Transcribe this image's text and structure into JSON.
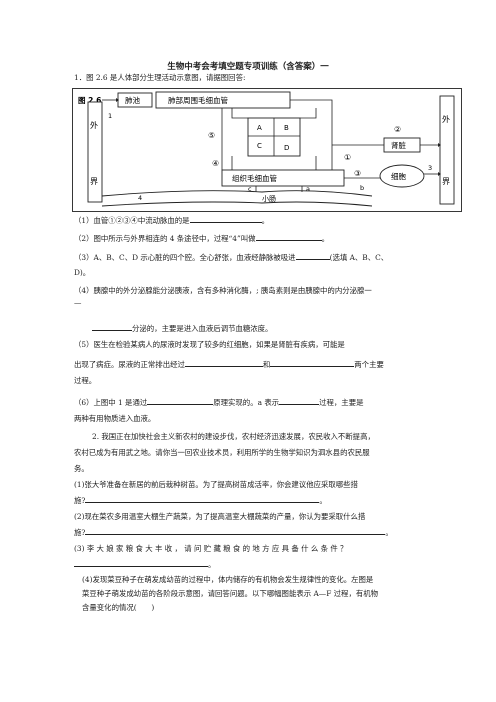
{
  "title": "生物中考会考填空题专项训练（含答案）一",
  "q1_intro": "1．图 2.6 是人体部分生理活动示意图，请据图回答:",
  "figure": {
    "label": "图 2.6",
    "lung": "肺池",
    "lung_capillary": "肺部周围毛细血管",
    "outside_left": [
      "外",
      "界"
    ],
    "outside_right": [
      "外",
      "界"
    ],
    "kidney": "肾脏",
    "tissue_capillary": "组织毛细血管",
    "cell": "细胞",
    "intestine": "小肠",
    "chambers": [
      "A",
      "B",
      "C",
      "D"
    ],
    "numbers": [
      "①",
      "②",
      "③",
      "④",
      "⑤"
    ],
    "num_1": "1",
    "num_3": "3",
    "num_4": "4",
    "letter_a": "a",
    "letter_b": "b",
    "letter_c": "c"
  },
  "lines": {
    "l1a": "（1）血管①②③④中流动脉血的是",
    "l1b": "。",
    "l2a": "（2）图中所示与外界相连的 4 条途径中，过程“4”叫做",
    "l2b": "。",
    "l3a": "（3）A、B、C、D 示心脏的四个腔。全心舒张，血液经静脉被吸进",
    "l3b": "(选填 A、B、C、",
    "l3c": "D)。",
    "l4a": "（4）胰腺中的外分泌腺能分泌胰液，含有多种消化酶，; 胰岛素则是由胰腺中的内分泌腺一",
    "l4b": "—",
    "l4c": "分泌的，主要是进入血液后调节血糖浓度。",
    "l5a": "（5）医生在检验某病人的尿液时发现了较多的红细胞，如果是肾脏有疾病，可能是",
    "l5b": "出现了病症。尿液的正常排出经过",
    "l5c": "和",
    "l5d": "两个主要",
    "l5e": "过程。",
    "l6a": "（6）上图中 1 是通过",
    "l6b": "原理实现的。a 表示",
    "l6c": "过程，主要是",
    "l6d": "两种有用物质进入血液。",
    "q2a": "2. 我国正在加快社会主义新农村的建设步伐，农村经济迅速发展，农民收入不断提高，",
    "q2b": "农村已成为有用武之地。请你当一回农业技术员，利用所学的生物学知识为泗水县的农民服",
    "q2c": "务。",
    "s1a": "(1)张大爷准备在新居的前后栽种树苗。为了提高树苗成活率，你会建议他应采取哪些措",
    "s1b": "施?",
    "s1c": "。",
    "s2a": "(2)现在菜农多用温室大棚生产蔬菜，为了提高温室大棚蔬菜的产量，你认为要采取什么措",
    "s2b": "施?",
    "s2c": "。",
    "s3a": "(3) 李 大 娘 家 粮 食 大 丰 收 ， 请 问 贮 藏 粮 食 的 地 方 应 具 备 什 么 条 件 ？",
    "s3b": "。",
    "s4a": "(4)发现菜豆种子在萌发成幼苗的过程中，体内储存的有机物会发生规律性的变化。左图是",
    "s4b": "菜豆种子萌发成幼苗的各阶段示意图，请回答问题。以下哪幅图能表示 A—F 过程，有机物",
    "s4c": "含量变化的情况(　　)"
  }
}
